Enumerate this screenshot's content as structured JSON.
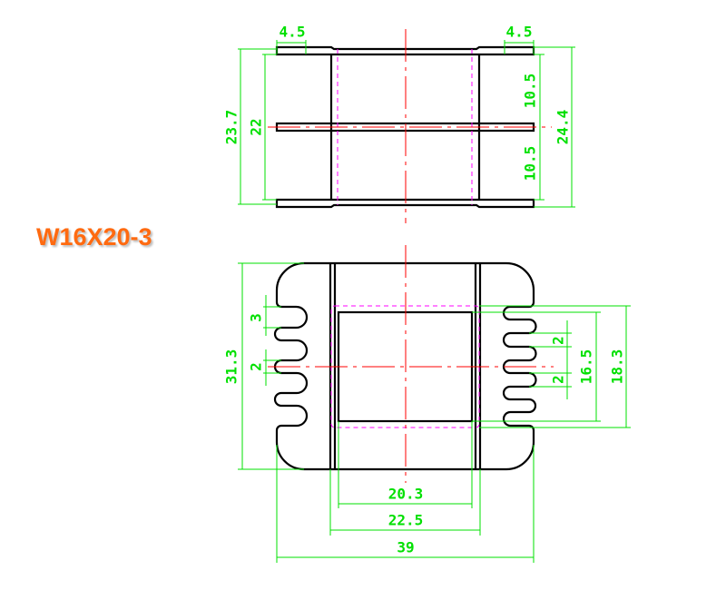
{
  "title": "W16X20-3",
  "colors": {
    "outline": "#000000",
    "dimension": "#00e000",
    "centerline": "#ff0000",
    "hidden": "#ff00ff",
    "title": "#ff6a10"
  },
  "top_view": {
    "flange_left_width": "4.5",
    "flange_right_width": "4.5",
    "outer_height_left": "23.7",
    "inner_height": "22",
    "upper_section": "10.5",
    "lower_section": "10.5",
    "outer_height_right": "24.4"
  },
  "bottom_view": {
    "height": "31.3",
    "pin_slot_pitch": "3",
    "pin_slot_gap": "2",
    "right_slot_gap_upper": "2",
    "right_slot_gap_lower": "2",
    "window_height": "16.5",
    "core_height": "18.3",
    "window_width": "20.3",
    "flange_spacing": "22.5",
    "overall_width": "39"
  }
}
